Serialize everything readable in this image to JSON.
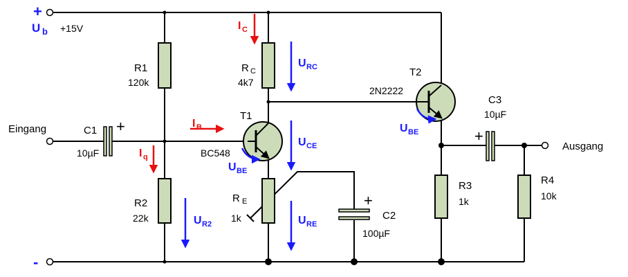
{
  "labels": {
    "ub_main": "U",
    "ub_sub": "b",
    "supply_plus": "+",
    "supply_value": "+15V",
    "ground_minus": "-",
    "input": "Eingang",
    "output": "Ausgang",
    "r1_name": "R1",
    "r1_value": "120k",
    "r2_name": "R2",
    "r2_value": "22k",
    "rc_name": "R",
    "rc_sub": "C",
    "rc_value": "4k7",
    "re_name": "R",
    "re_sub": "E",
    "re_value": "1k",
    "r3_name": "R3",
    "r3_value": "1k",
    "r4_name": "R4",
    "r4_value": "10k",
    "c1_name": "C1",
    "c1_value": "10µF",
    "c2_name": "C2",
    "c2_value": "100µF",
    "c3_name": "C3",
    "c3_value": "10µF",
    "t1_name": "T1",
    "t1_type": "BC548",
    "t2_name": "T2",
    "t2_type": "2N2222",
    "cap_plus": "+",
    "ic_main": "I",
    "ic_sub": "C",
    "ib_main": "I",
    "ib_sub": "B",
    "iq_main": "I",
    "iq_sub": "q",
    "u_main": "U",
    "urc_sub": "RC",
    "uce_sub": "CE",
    "ure_sub": "RE",
    "ur2_sub": "R2",
    "ube_sub": "BE"
  },
  "colors": {
    "wire": "#000000",
    "resistor_fill": "#ccdcb8",
    "transistor_fill": "#ccdcb8",
    "voltage_arrow": "#1a1aff",
    "current_arrow": "#e81010",
    "background": "#ffffff"
  }
}
